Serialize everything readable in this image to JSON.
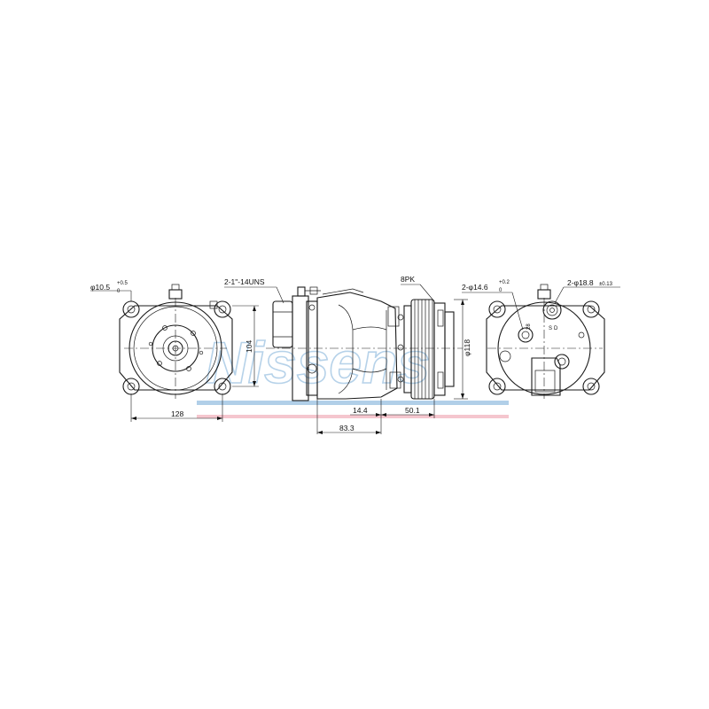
{
  "watermark": {
    "text": "Nissens",
    "stripe_colors": [
      "#9ec3e2",
      "#f2b8c2"
    ]
  },
  "labels": {
    "hole_dia": "φ10.5",
    "hole_tol_upper": "+0.5",
    "hole_tol_lower": "0",
    "thread": "2-1\"-14UNS",
    "height_104": "104",
    "width_128": "128",
    "belt": "8PK",
    "pulley_dia": "φ118",
    "dist_14_4": "14.4",
    "dist_50_1": "50.1",
    "dist_83_3": "83.3",
    "port1_dia": "2-φ14.6",
    "port1_tol_upper": "+0.2",
    "port1_tol_lower": "0",
    "port2_dia": "2-φ18.8",
    "port2_tol": "±0.13",
    "port_label_28": "28",
    "port_label_s": "S",
    "port_label_d": "D"
  },
  "views": [
    "front-view",
    "side-view",
    "rear-view"
  ]
}
